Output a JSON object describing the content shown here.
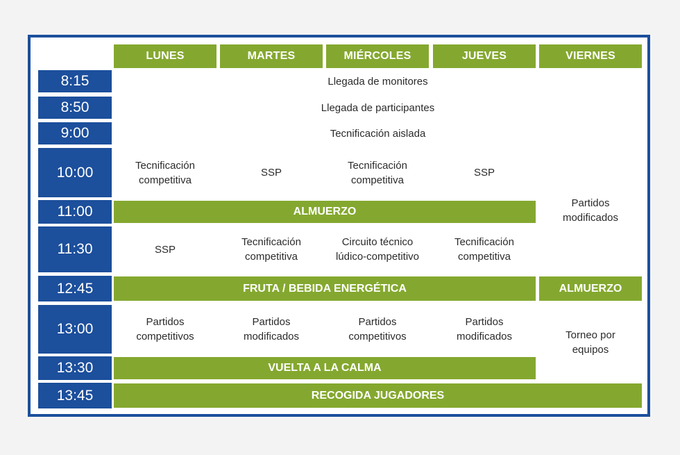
{
  "days": [
    "LUNES",
    "MARTES",
    "MIÉRCOLES",
    "JUEVES",
    "VIERNES"
  ],
  "times": [
    "8:15",
    "8:50",
    "9:00",
    "10:00",
    "11:00",
    "11:30",
    "12:45",
    "13:00",
    "13:30",
    "13:45"
  ],
  "rows": {
    "r815": "Llegada de monitores",
    "r850": "Llegada de participantes",
    "r900": "Tecnificación aislada",
    "r1000": {
      "lunes": [
        "Tecnificación",
        "competitiva"
      ],
      "martes": "SSP",
      "miercoles": [
        "Tecnificación",
        "competitiva"
      ],
      "jueves": "SSP"
    },
    "viernes_morning": [
      "Partidos",
      "modificados"
    ],
    "r1100": "ALMUERZO",
    "r1130": {
      "lunes": "SSP",
      "martes": [
        "Tecnificación",
        "competitiva"
      ],
      "miercoles": [
        "Circuito técnico",
        "lúdico-competitivo"
      ],
      "jueves": [
        "Tecnificación",
        "competitiva"
      ]
    },
    "r1245": "FRUTA / BEBIDA ENERGÉTICA",
    "r1245_viernes": "ALMUERZO",
    "r1300": {
      "lunes": [
        "Partidos",
        "competitivos"
      ],
      "martes": [
        "Partidos",
        "modificados"
      ],
      "miercoles": [
        "Partidos",
        "competitivos"
      ],
      "jueves": [
        "Partidos",
        "modificados"
      ]
    },
    "viernes_afternoon": [
      "Torneo por",
      "equipos"
    ],
    "r1330": "VUELTA A LA CALMA",
    "r1345": "RECOGIDA JUGADORES"
  },
  "colors": {
    "blue": "#1c4f9c",
    "green": "#84a82f",
    "text": "#2b2b2b",
    "background": "#f3f3f3"
  }
}
